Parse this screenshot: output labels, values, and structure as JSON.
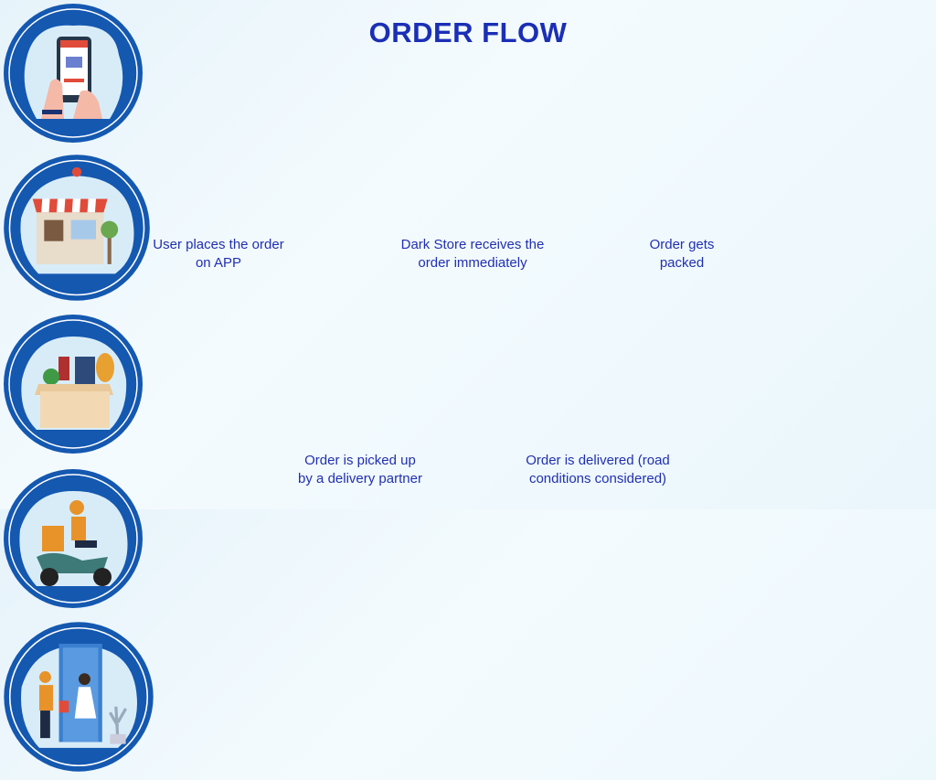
{
  "title": "ORDER FLOW",
  "colors": {
    "title": "#1b2fb5",
    "ring": "#1458b0",
    "blob": "#d8ecf8"
  },
  "steps": [
    {
      "label_line1": "User places the order",
      "label_line2": "on APP",
      "icon": "phone-shopping-icon"
    },
    {
      "label_line1": "Dark Store receives the",
      "label_line2": "order immediately",
      "icon": "store-icon"
    },
    {
      "label_line1": "Order gets",
      "label_line2": "packed",
      "icon": "packed-box-icon"
    },
    {
      "label_line1": "Order is picked up",
      "label_line2": "by a delivery partner",
      "icon": "delivery-scooter-icon"
    },
    {
      "label_line1": "Order is delivered (road",
      "label_line2": "conditions considered)",
      "icon": "doorstep-delivery-icon"
    }
  ]
}
